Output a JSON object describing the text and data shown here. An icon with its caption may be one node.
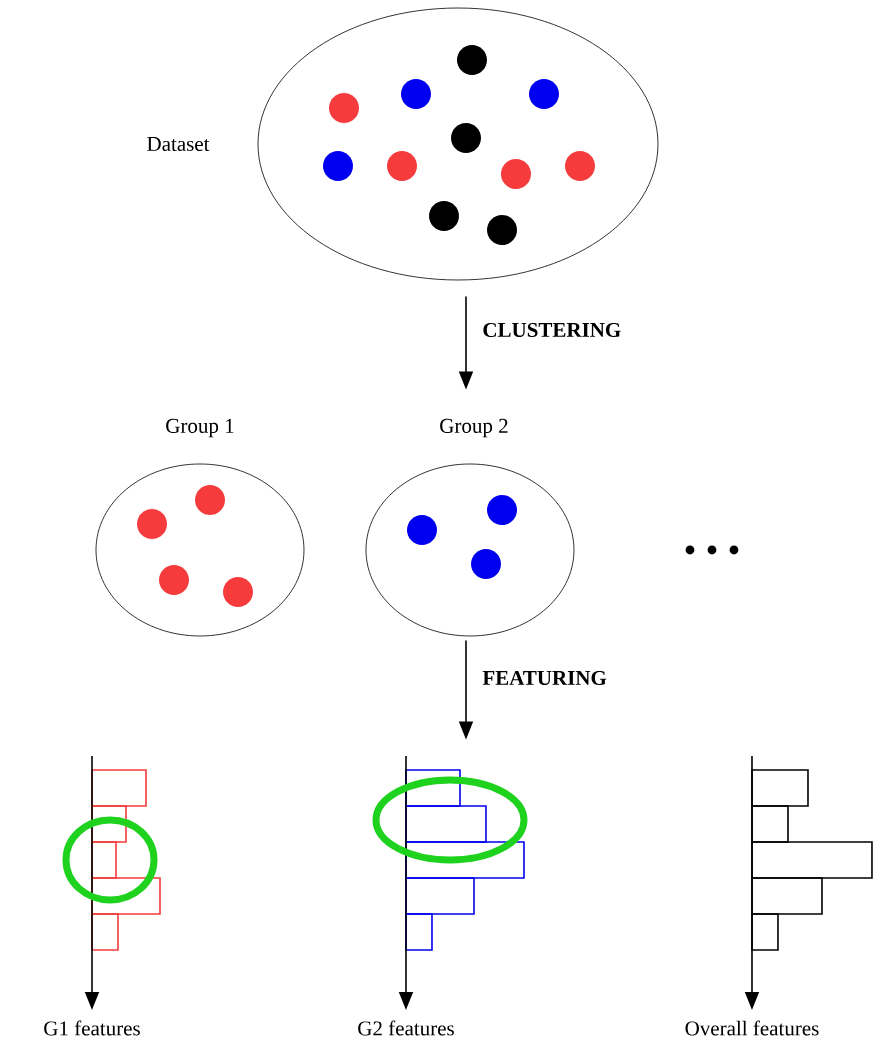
{
  "diagram": {
    "nodes": [
      {
        "text": [
          "Dataset"
        ]
      },
      {
        "text": [
          "Group 1"
        ]
      },
      {
        "text": [
          "Group 2"
        ]
      },
      {
        "text": [
          "G1 features"
        ]
      },
      {
        "text": [
          "G2 features"
        ]
      },
      {
        "text": [
          "Overall features"
        ]
      }
    ],
    "edges": [
      {
        "from": 0,
        "to": 2,
        "arrow": "to",
        "label": "CLUSTERING"
      },
      {
        "from": 2,
        "to": 4,
        "arrow": "to",
        "label": "FEATURING"
      }
    ]
  }
}
